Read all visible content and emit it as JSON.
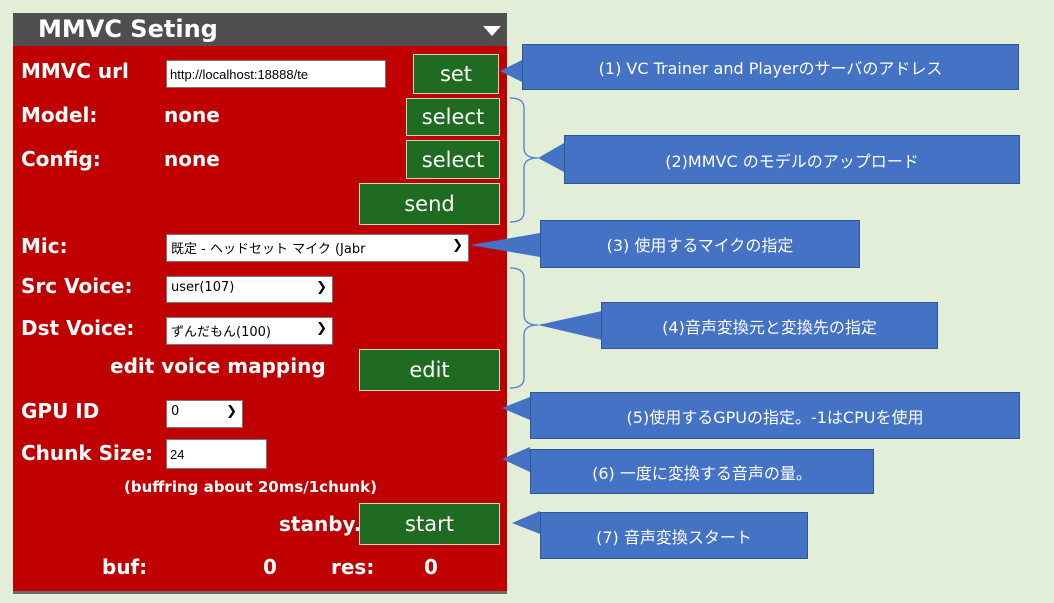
{
  "panel": {
    "title": "MMVC Seting",
    "url_label": "MMVC url",
    "url_value": "http://localhost:18888/te",
    "set_label": "set",
    "model_label": "Model:",
    "model_value": "none",
    "config_label": "Config:",
    "config_value": "none",
    "select_label": "select",
    "send_label": "send",
    "mic_label": "Mic:",
    "mic_value": "既定 - ヘッドセット マイク (Jabr",
    "src_label": "Src Voice:",
    "src_value": "user(107)",
    "dst_label": "Dst Voice:",
    "dst_value": "ずんだもん(100)",
    "mapping_label": "edit voice mapping",
    "edit_label": "edit",
    "gpu_label": "GPU ID",
    "gpu_value": "0",
    "chunk_label": "Chunk Size:",
    "chunk_value": "24",
    "chunk_note": "(buffring about 20ms/1chunk)",
    "status_text": "stanby...",
    "start_label": "start",
    "buf_label": "buf:",
    "buf_value": "0",
    "res_label": "res:",
    "res_value": "0"
  },
  "callouts": [
    "(1) VC Trainer and Playerのサーバのアドレス",
    "(2)MMVC のモデルのアップロード",
    "(3)  使用するマイクの指定",
    "(4)音声変換元と変換先の指定",
    "(5)使用するGPUの指定。-1はCPUを使用",
    "(6) 一度に変換する音声の量。",
    "(7) 音声変換スタート"
  ],
  "colors": {
    "panel": "#c00000",
    "header": "#4f4f4f",
    "button": "#1f6b21",
    "callout": "#4472c4",
    "background": "#e2eed8"
  }
}
